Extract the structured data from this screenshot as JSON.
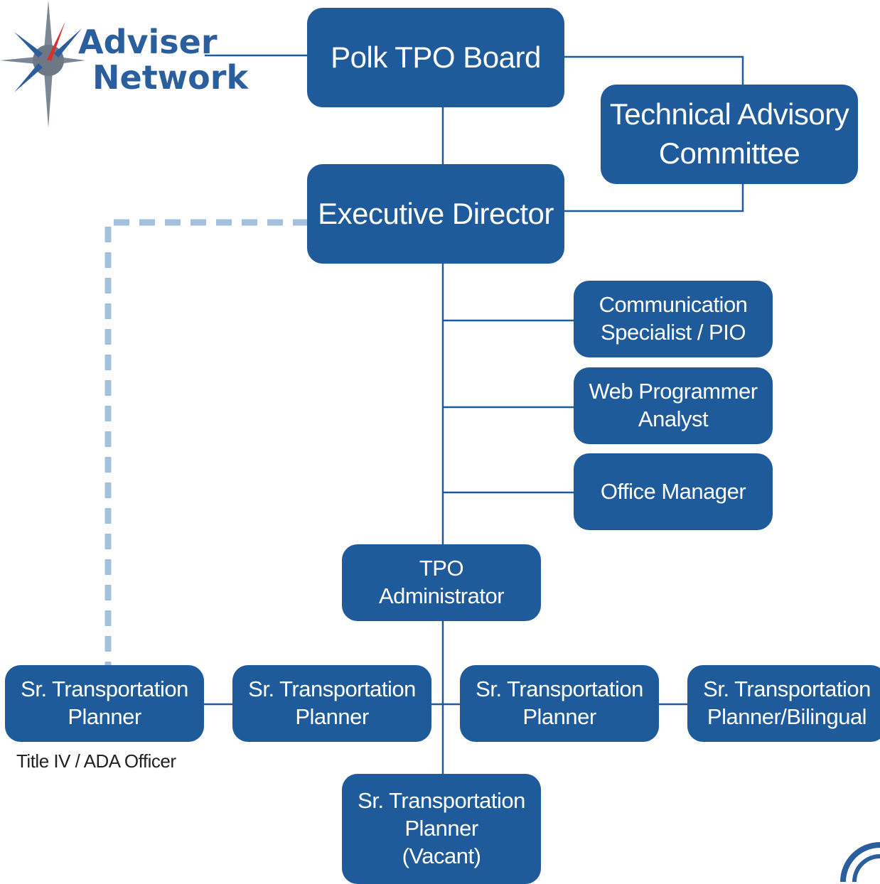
{
  "logo": {
    "line1": "Adviser",
    "line2": "Network"
  },
  "nodes": {
    "board": "Polk TPO Board",
    "tac": "Technical Advisory\nCommittee",
    "exec": "Executive Director",
    "comm": "Communication\nSpecialist / PIO",
    "web": "Web Programmer\nAnalyst",
    "office": "Office Manager",
    "admin": "TPO\nAdministrator",
    "planner1": "Sr. Transportation\nPlanner",
    "planner2": "Sr. Transportation\nPlanner",
    "planner3": "Sr. Transportation\nPlanner",
    "planner4": "Sr. Transportation\nPlanner/Bilingual",
    "planner5": "Sr. Transportation\nPlanner\n(Vacant)"
  },
  "notes": {
    "title_iv": "Title IV / ADA Officer"
  },
  "colors": {
    "box": "#1f5a9b",
    "line": "#1f5a9b",
    "dashed": "#a3c0dd",
    "logo_text": "#2a5e9c"
  }
}
